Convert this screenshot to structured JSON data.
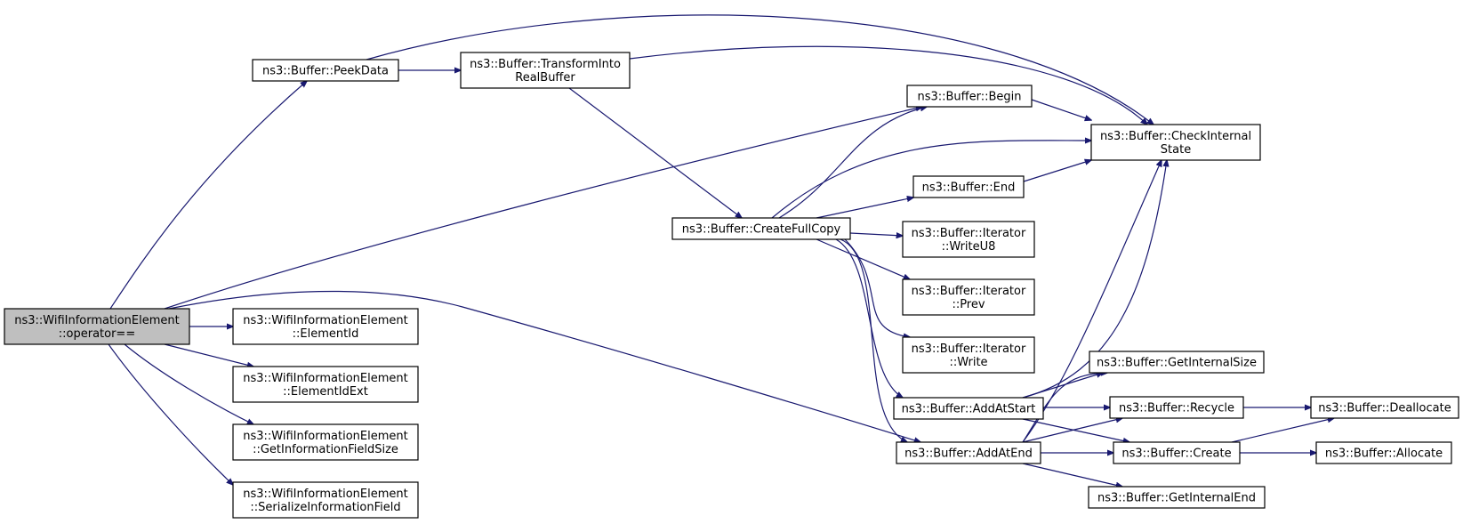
{
  "diagram": {
    "title": "",
    "nodes": [
      {
        "id": "op_eq",
        "lines": [
          "ns3::WifiInformationElement",
          "::operator=="
        ],
        "highlighted": true
      },
      {
        "id": "peekdata",
        "lines": [
          "ns3::Buffer::PeekData"
        ]
      },
      {
        "id": "transform",
        "lines": [
          "ns3::Buffer::TransformInto",
          "RealBuffer"
        ]
      },
      {
        "id": "createfullcopy",
        "lines": [
          "ns3::Buffer::CreateFullCopy"
        ]
      },
      {
        "id": "begin",
        "lines": [
          "ns3::Buffer::Begin"
        ]
      },
      {
        "id": "checkinternal",
        "lines": [
          "ns3::Buffer::CheckInternal",
          "State"
        ]
      },
      {
        "id": "end",
        "lines": [
          "ns3::Buffer::End"
        ]
      },
      {
        "id": "writeu8",
        "lines": [
          "ns3::Buffer::Iterator",
          "::WriteU8"
        ]
      },
      {
        "id": "prev",
        "lines": [
          "ns3::Buffer::Iterator",
          "::Prev"
        ]
      },
      {
        "id": "write",
        "lines": [
          "ns3::Buffer::Iterator",
          "::Write"
        ]
      },
      {
        "id": "getinternalsize",
        "lines": [
          "ns3::Buffer::GetInternalSize"
        ]
      },
      {
        "id": "addatstart",
        "lines": [
          "ns3::Buffer::AddAtStart"
        ]
      },
      {
        "id": "recycle",
        "lines": [
          "ns3::Buffer::Recycle"
        ]
      },
      {
        "id": "deallocate",
        "lines": [
          "ns3::Buffer::Deallocate"
        ]
      },
      {
        "id": "addatend",
        "lines": [
          "ns3::Buffer::AddAtEnd"
        ]
      },
      {
        "id": "create",
        "lines": [
          "ns3::Buffer::Create"
        ]
      },
      {
        "id": "allocate",
        "lines": [
          "ns3::Buffer::Allocate"
        ]
      },
      {
        "id": "getinternalend",
        "lines": [
          "ns3::Buffer::GetInternalEnd"
        ]
      },
      {
        "id": "elementid",
        "lines": [
          "ns3::WifiInformationElement",
          "::ElementId"
        ]
      },
      {
        "id": "elementidext",
        "lines": [
          "ns3::WifiInformationElement",
          "::ElementIdExt"
        ]
      },
      {
        "id": "getinfosize",
        "lines": [
          "ns3::WifiInformationElement",
          "::GetInformationFieldSize"
        ]
      },
      {
        "id": "serialize",
        "lines": [
          "ns3::WifiInformationElement",
          "::SerializeInformationField"
        ]
      }
    ],
    "edges": [
      {
        "from": "op_eq",
        "to": "peekdata"
      },
      {
        "from": "op_eq",
        "to": "begin"
      },
      {
        "from": "op_eq",
        "to": "addatend"
      },
      {
        "from": "op_eq",
        "to": "elementid"
      },
      {
        "from": "op_eq",
        "to": "elementidext"
      },
      {
        "from": "op_eq",
        "to": "getinfosize"
      },
      {
        "from": "op_eq",
        "to": "serialize"
      },
      {
        "from": "peekdata",
        "to": "transform"
      },
      {
        "from": "peekdata",
        "to": "checkinternal"
      },
      {
        "from": "transform",
        "to": "checkinternal"
      },
      {
        "from": "transform",
        "to": "createfullcopy"
      },
      {
        "from": "createfullcopy",
        "to": "begin"
      },
      {
        "from": "createfullcopy",
        "to": "checkinternal"
      },
      {
        "from": "createfullcopy",
        "to": "end"
      },
      {
        "from": "createfullcopy",
        "to": "writeu8"
      },
      {
        "from": "createfullcopy",
        "to": "prev"
      },
      {
        "from": "createfullcopy",
        "to": "write"
      },
      {
        "from": "createfullcopy",
        "to": "addatstart"
      },
      {
        "from": "createfullcopy",
        "to": "addatend"
      },
      {
        "from": "begin",
        "to": "checkinternal"
      },
      {
        "from": "end",
        "to": "checkinternal"
      },
      {
        "from": "addatstart",
        "to": "checkinternal"
      },
      {
        "from": "addatstart",
        "to": "getinternalsize"
      },
      {
        "from": "addatstart",
        "to": "recycle"
      },
      {
        "from": "addatstart",
        "to": "create"
      },
      {
        "from": "addatend",
        "to": "checkinternal"
      },
      {
        "from": "addatend",
        "to": "getinternalsize"
      },
      {
        "from": "addatend",
        "to": "recycle"
      },
      {
        "from": "addatend",
        "to": "create"
      },
      {
        "from": "addatend",
        "to": "getinternalend"
      },
      {
        "from": "recycle",
        "to": "deallocate"
      },
      {
        "from": "create",
        "to": "deallocate"
      },
      {
        "from": "create",
        "to": "allocate"
      }
    ]
  }
}
